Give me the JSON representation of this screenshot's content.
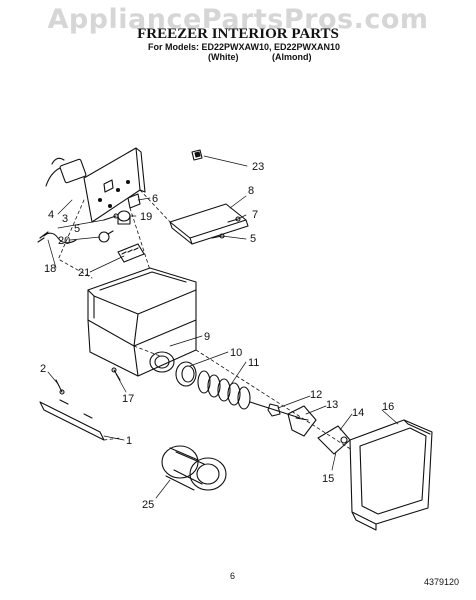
{
  "watermark": "AppliancePartsPros.com",
  "header": {
    "title": "FREEZER INTERIOR PARTS",
    "models_line": "For Models: ED22PWXAW10, ED22PWXAN10",
    "color_white": "(White)",
    "color_almond": "(Almond)"
  },
  "callouts": {
    "c1": "1",
    "c2": "2",
    "c3": "3",
    "c4": "4",
    "c5a": "5",
    "c5b": "5",
    "c6": "6",
    "c7": "7",
    "c8": "8",
    "c9": "9",
    "c10": "10",
    "c11": "11",
    "c12": "12",
    "c13": "13",
    "c14": "14",
    "c15": "15",
    "c16": "16",
    "c17": "17",
    "c18": "18",
    "c19": "19",
    "c20": "20",
    "c21": "21",
    "c23": "23",
    "c25": "25"
  },
  "footer": {
    "page_number": "6",
    "doc_number": "4379120"
  }
}
